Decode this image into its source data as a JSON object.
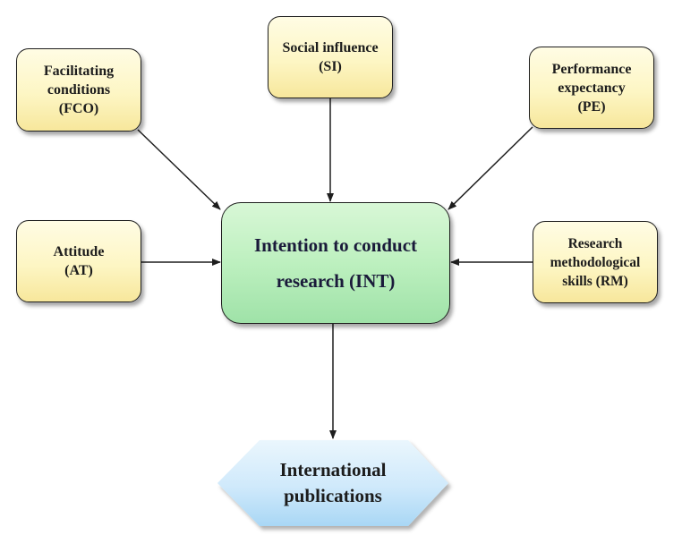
{
  "diagram": {
    "nodes": {
      "fco": {
        "label": "Facilitating\nconditions\n(FCO)"
      },
      "si": {
        "label": "Social influence\n(SI)"
      },
      "pe": {
        "label": "Performance\nexpectancy\n(PE)"
      },
      "at": {
        "label": "Attitude\n(AT)"
      },
      "rm": {
        "label": "Research\nmethodological\nskills (RM)"
      },
      "int": {
        "label": "Intention to conduct\nresearch (INT)"
      },
      "pub": {
        "label": "International\npublications"
      }
    },
    "edges": [
      {
        "from": "Facilitating conditions (FCO)",
        "to": "Intention to conduct research (INT)"
      },
      {
        "from": "Social influence (SI)",
        "to": "Intention to conduct research (INT)"
      },
      {
        "from": "Performance expectancy (PE)",
        "to": "Intention to conduct research (INT)"
      },
      {
        "from": "Attitude (AT)",
        "to": "Intention to conduct research (INT)"
      },
      {
        "from": "Research methodological skills (RM)",
        "to": "Intention to conduct research (INT)"
      },
      {
        "from": "Intention to conduct research (INT)",
        "to": "International publications"
      }
    ],
    "colors": {
      "construct_fill": "#fdf6c4",
      "intention_fill": "#bdf0bf",
      "outcome_fill": "#cfe9fb",
      "line": "#1e1e1e"
    }
  }
}
